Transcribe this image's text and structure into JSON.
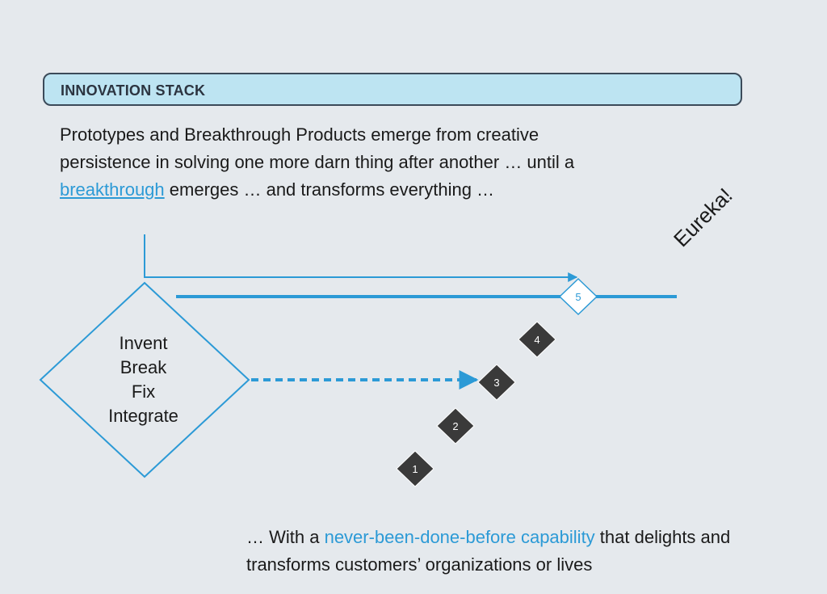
{
  "banner": {
    "title": "INNOVATION STACK"
  },
  "intro": {
    "before": "Prototypes and Breakthrough Products emerge from creative persistence in solving one more darn thing after another … until a ",
    "link": "breakthrough",
    "after": " emerges … and transforms everything …"
  },
  "diamond": {
    "lines": [
      "Invent",
      "Break",
      "Fix",
      "Integrate"
    ]
  },
  "steps": [
    "1",
    "2",
    "3",
    "4",
    "5"
  ],
  "eureka": "Eureka!",
  "outro": {
    "before": "… With a ",
    "highlight": "never-been-done-before capability",
    "after": " that delights and transforms customers’ organizations or lives"
  },
  "colors": {
    "accent": "#2c9ad6",
    "dark_step": "#3a3a3a",
    "banner_bg": "#bde4f2",
    "background": "#e5e9ed"
  }
}
